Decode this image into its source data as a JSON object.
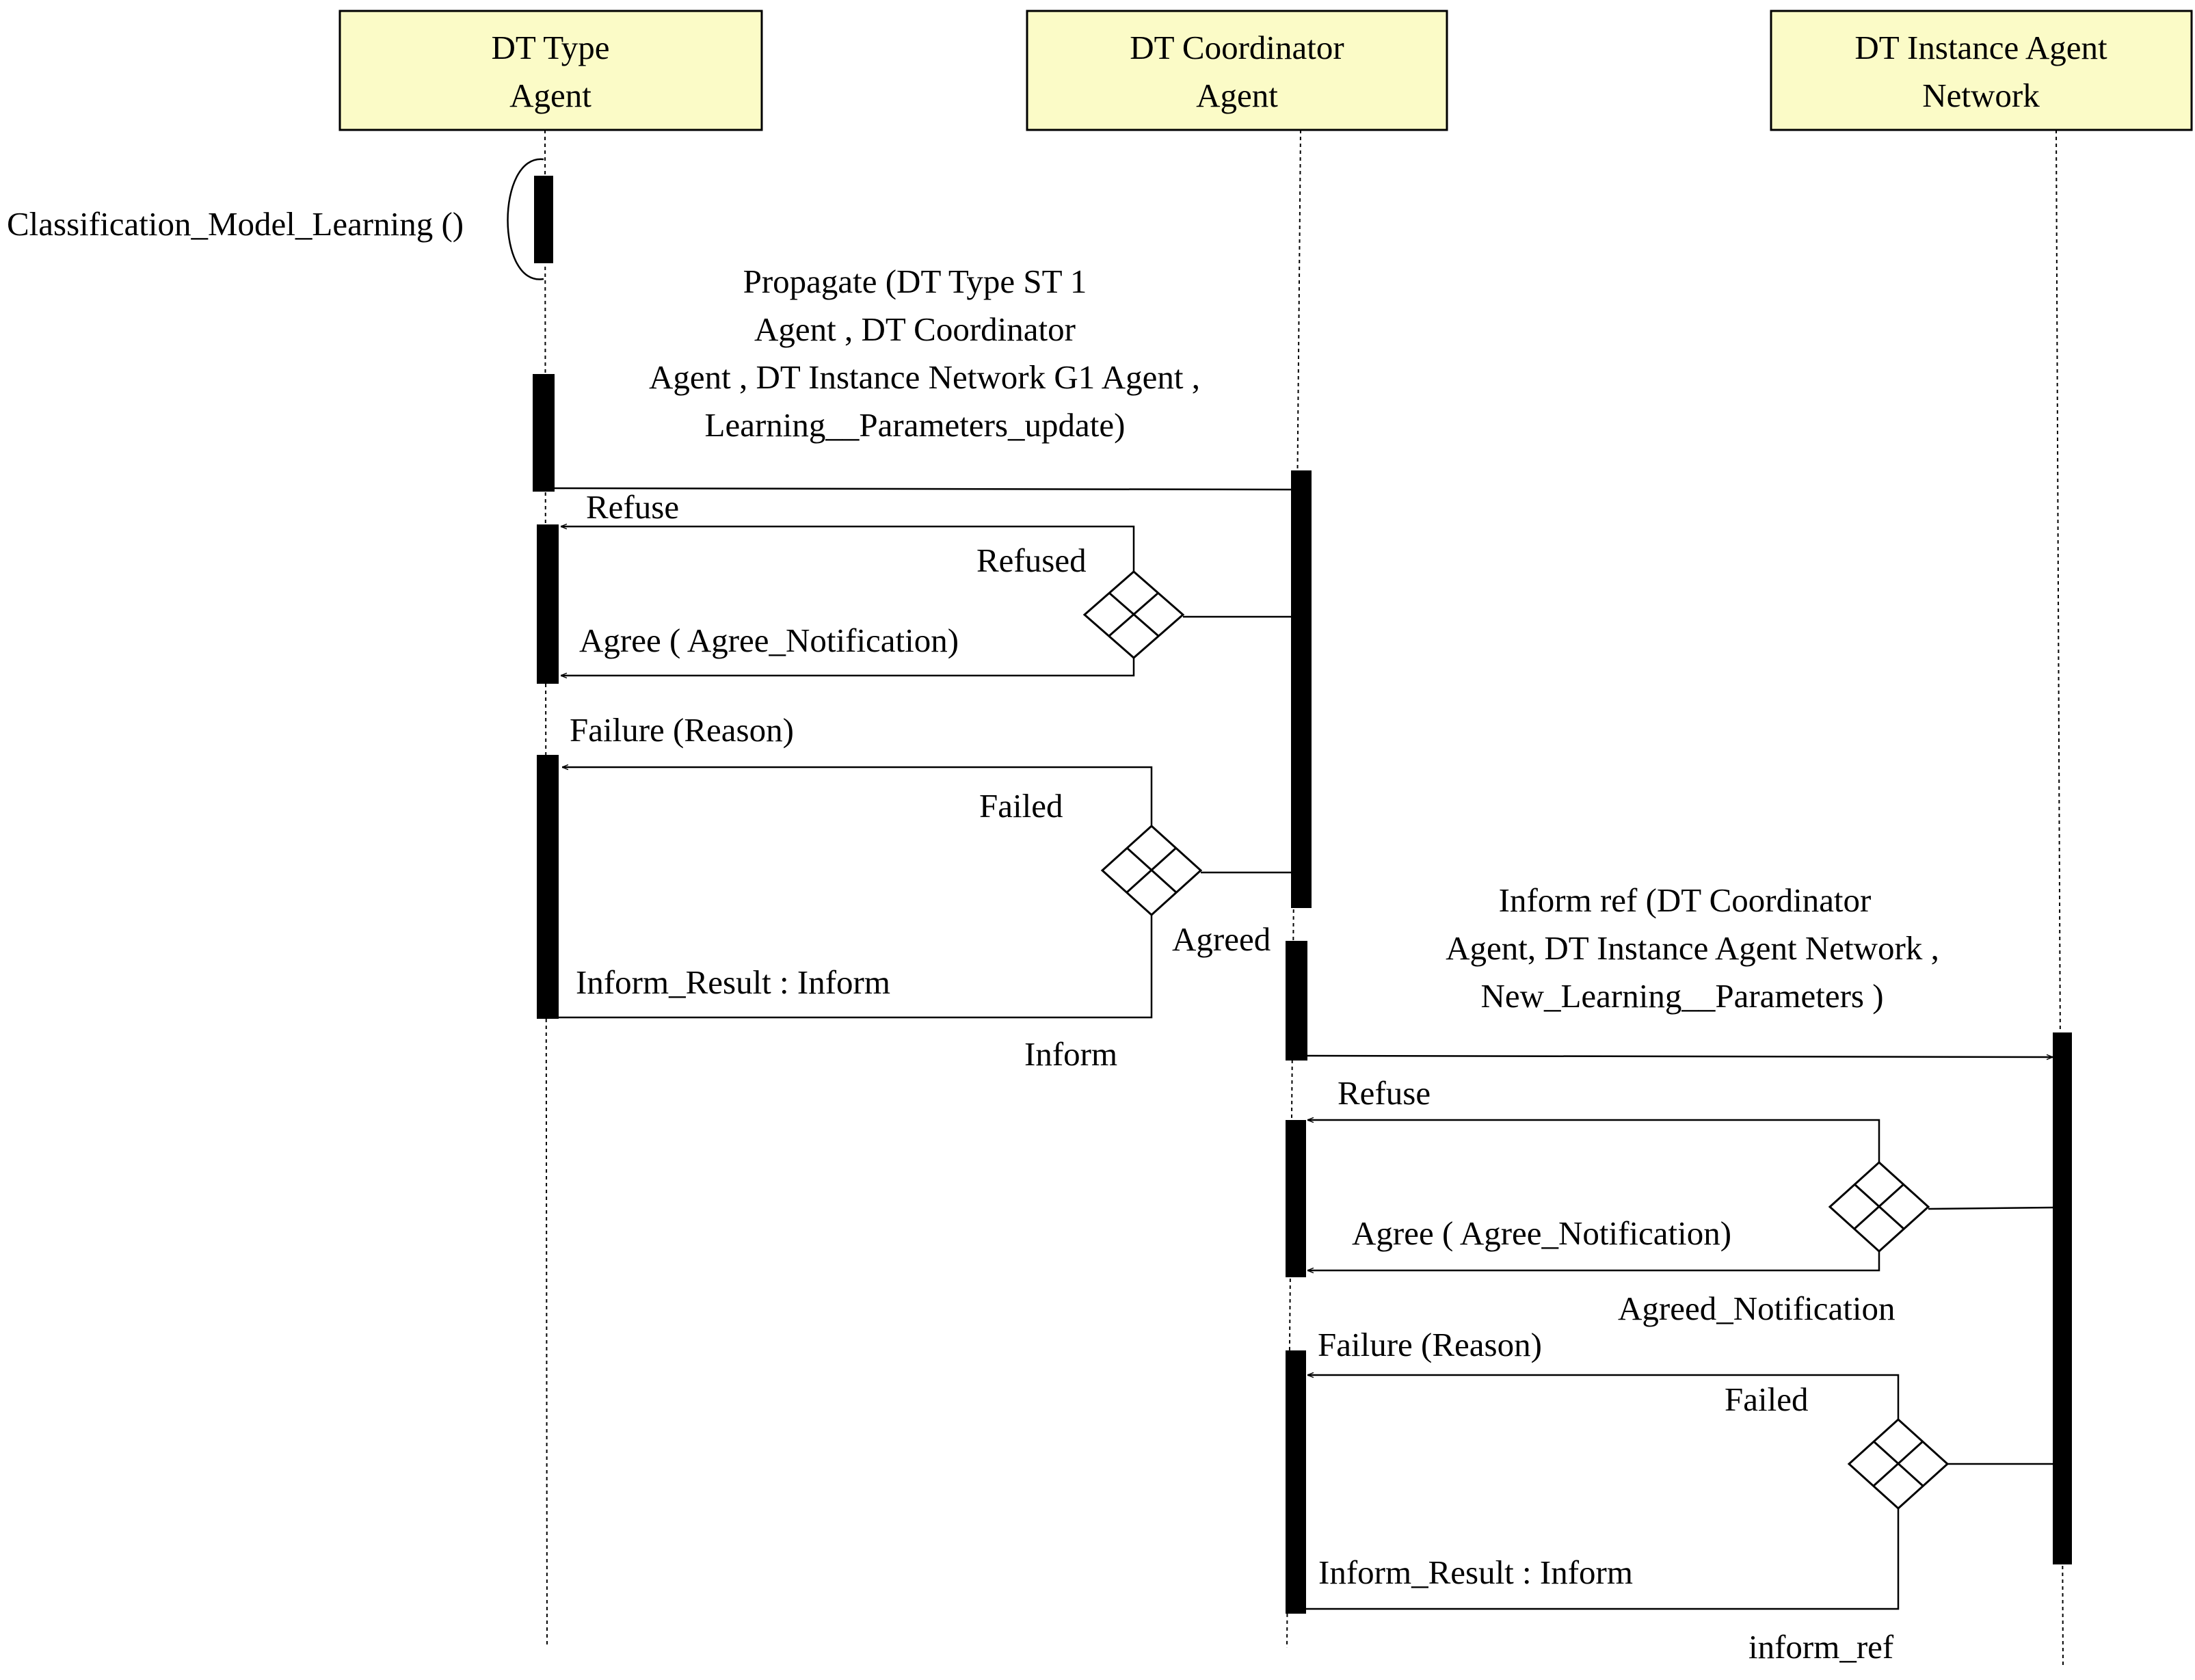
{
  "colors": {
    "header_fill": "#fbfbc7",
    "line": "#000000",
    "background": "#ffffff"
  },
  "participants": [
    {
      "id": "type",
      "lines": [
        "DT Type",
        "Agent"
      ]
    },
    {
      "id": "coord",
      "lines": [
        "DT Coordinator",
        "Agent"
      ]
    },
    {
      "id": "inst",
      "lines": [
        "DT Instance Agent",
        "Network"
      ]
    }
  ],
  "self_call": "Classification_Model_Learning ()",
  "propagate": {
    "lines": [
      "Propagate (DT Type ST 1",
      "Agent , DT Coordinator",
      "Agent , DT Instance Network G1  Agent ,",
      "Learning__Parameters_update)"
    ]
  },
  "phase1": {
    "refuse": "Refuse",
    "refused": "Refused",
    "agree": "Agree ( Agree_Notification)",
    "failure": "Failure (Reason)",
    "failed": "Failed",
    "agreed": "Agreed",
    "inform_result": "Inform_Result : Inform",
    "inform": "Inform"
  },
  "inform_ref_msg": {
    "lines": [
      "Inform ref (DT Coordinator",
      "Agent, DT Instance Agent Network ,",
      "New_Learning__Parameters )"
    ]
  },
  "phase2": {
    "refuse": "Refuse",
    "agree": "Agree ( Agree_Notification)",
    "agreed_notification": "Agreed_Notification",
    "failure": "Failure (Reason)",
    "failed": "Failed",
    "inform_result": "Inform_Result : Inform",
    "inform_ref": "inform_ref"
  }
}
